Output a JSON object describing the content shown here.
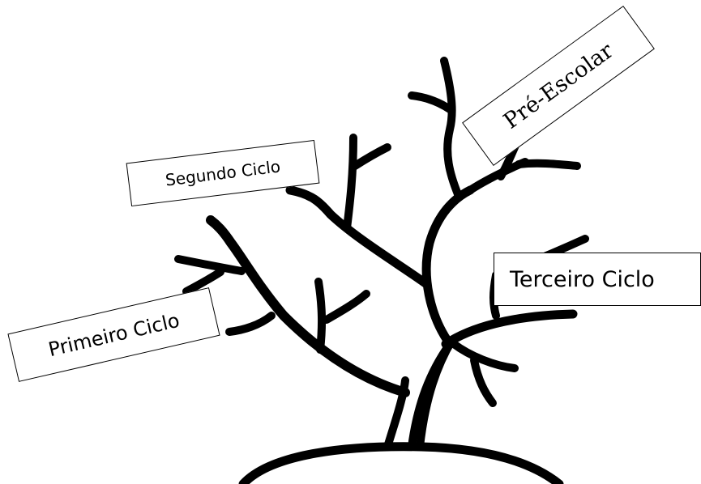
{
  "diagram": {
    "labels": {
      "segundo_ciclo": "Segundo Ciclo",
      "pre_escolar": "Pré-Escolar",
      "terceiro_ciclo": "Terceiro Ciclo",
      "primeiro_ciclo": "Primeiro Ciclo"
    },
    "colors": {
      "stroke": "#000000",
      "background": "#ffffff"
    }
  }
}
